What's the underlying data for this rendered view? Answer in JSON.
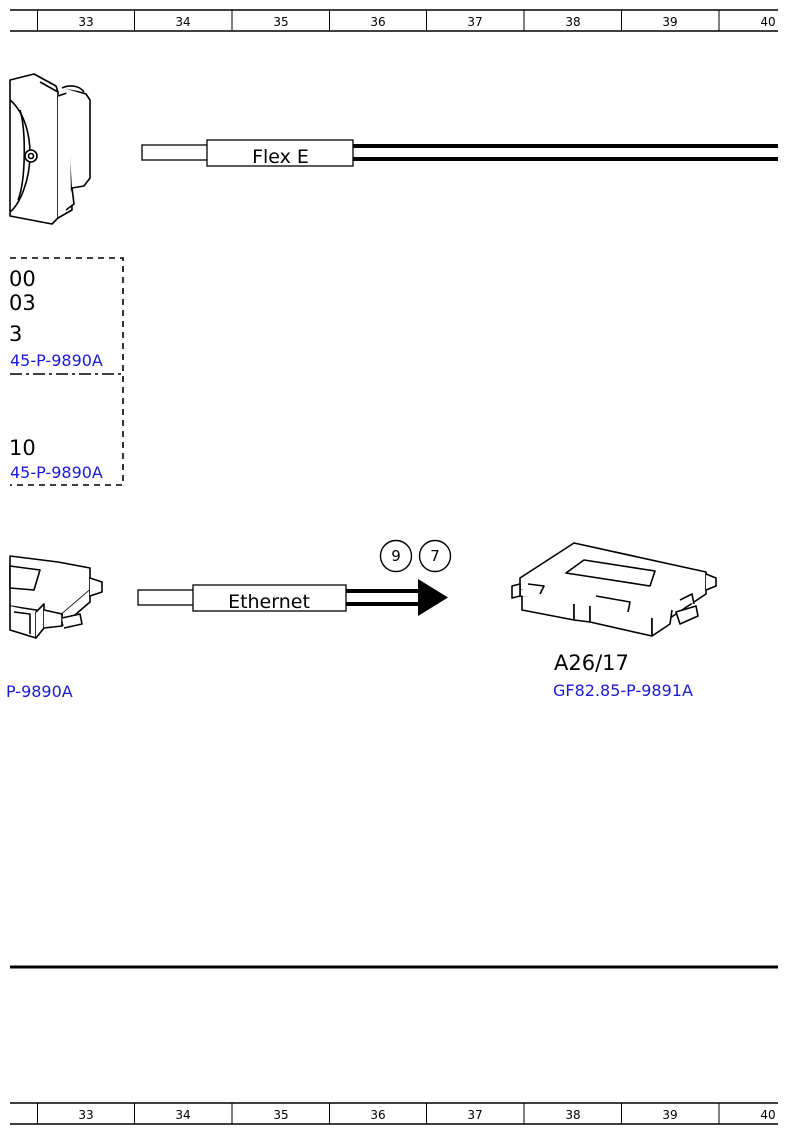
{
  "colors": {
    "line": "#000000",
    "background": "#ffffff",
    "link": "#1a1ad6"
  },
  "ruler": {
    "columns": [
      "33",
      "34",
      "35",
      "36",
      "37",
      "38",
      "39",
      "40"
    ]
  },
  "cables": {
    "flex_label": "Flex E",
    "ethernet_label": "Ethernet"
  },
  "badges": [
    "9",
    "7"
  ],
  "box_upper": {
    "lines": [
      "00",
      "03",
      "3"
    ],
    "ref": "45-P-9890A"
  },
  "box_lower": {
    "line": "10",
    "ref": "45-P-9890A"
  },
  "left_module_ref": "P-9890A",
  "right_module": {
    "label": "A26/17",
    "ref": "GF82.85-P-9891A"
  }
}
